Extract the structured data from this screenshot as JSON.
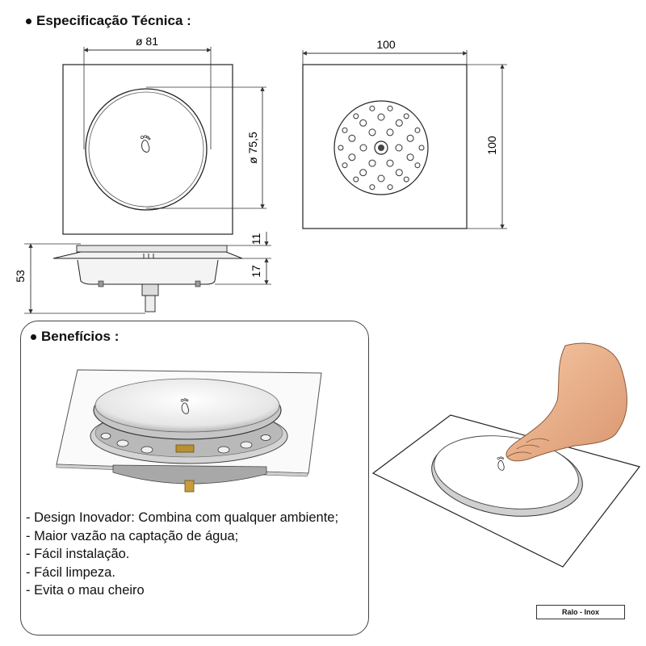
{
  "spec": {
    "heading": "Especificação Técnica :",
    "dims": {
      "top_diameter": "ø 81",
      "side_diameter": "ø 75,5",
      "width": "100",
      "height": "100",
      "depth_total": "53",
      "depth_top": "11",
      "depth_body": "17"
    }
  },
  "benefits": {
    "heading": "Benefícios :",
    "items": [
      "- Design Inovador: Combina com qualquer ambiente;",
      "- Maior vazão na captação de água;",
      "- Fácil instalação.",
      "- Fácil limpeza.",
      "- Evita o mau cheiro"
    ]
  },
  "product_tag": "Ralo - Inox",
  "colors": {
    "line": "#222222",
    "dim_line": "#333333",
    "steel": "#c8c8c8",
    "brass": "#b8912e",
    "skin": "#f0b48a"
  }
}
